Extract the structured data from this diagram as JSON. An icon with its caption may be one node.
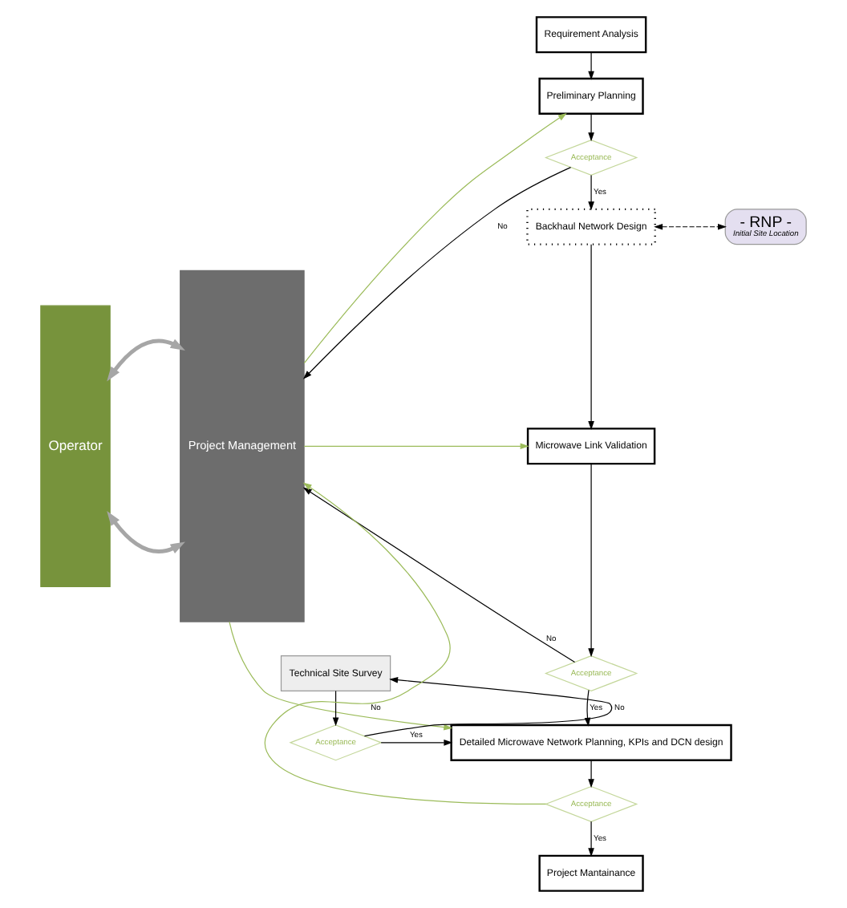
{
  "diagram": {
    "nodes": [
      {
        "text": [
          "Operator"
        ]
      },
      {
        "text": [
          "Project Management"
        ]
      },
      {
        "text": [
          "Requirement Analysis"
        ]
      },
      {
        "text": [
          "Preliminary Planning"
        ]
      },
      {
        "text": [
          "Acceptance"
        ]
      },
      {
        "text": [
          "Backhaul Network Design"
        ]
      },
      {
        "text": [
          "- RNP -",
          "Initial Site Location"
        ]
      },
      {
        "text": [
          "Microwave Link Validation"
        ]
      },
      {
        "text": [
          "Acceptance"
        ]
      },
      {
        "text": [
          "Technical Site Survey"
        ]
      },
      {
        "text": [
          "Detailed Microwave Network Planning, KPIs and DCN design"
        ]
      },
      {
        "text": [
          "Acceptance"
        ]
      },
      {
        "text": [
          "Acceptance"
        ]
      },
      {
        "text": [
          "Project Mantainance"
        ]
      }
    ],
    "edges": [
      {
        "from": 2,
        "to": 3,
        "arrow": "to"
      },
      {
        "from": 1,
        "to": 3,
        "arrow": "to",
        "color": "#9bbb59"
      },
      {
        "from": 3,
        "to": 4,
        "arrow": "to"
      },
      {
        "from": 4,
        "to": 1,
        "arrow": "to",
        "label": "No"
      },
      {
        "from": 0,
        "to": 1,
        "arrow": "both",
        "style": "thick",
        "color": "#a6a6a6"
      },
      {
        "from": 4,
        "to": 5,
        "arrow": "to",
        "label": "Yes"
      },
      {
        "from": 5,
        "to": 6,
        "arrow": "both",
        "style": "dashed"
      },
      {
        "from": 5,
        "to": 7,
        "arrow": "to"
      },
      {
        "from": 1,
        "to": 7,
        "arrow": "to",
        "color": "#9bbb59"
      },
      {
        "from": 7,
        "to": 8,
        "arrow": "to"
      },
      {
        "from": 8,
        "to": 1,
        "arrow": "to",
        "label": "No"
      },
      {
        "from": 8,
        "to": 10,
        "arrow": "to",
        "label": "Yes"
      },
      {
        "from": 0,
        "to": 1,
        "arrow": "both",
        "style": "thick",
        "color": "#a6a6a6"
      },
      {
        "from": 9,
        "to": 11,
        "arrow": "to"
      },
      {
        "from": 11,
        "to": 10,
        "arrow": "to",
        "label": "Yes"
      },
      {
        "from": 11,
        "to": 9,
        "arrow": "to",
        "label": "No"
      },
      {
        "from": 1,
        "to": 10,
        "arrow": "to",
        "color": "#9bbb59"
      },
      {
        "from": 10,
        "to": 12,
        "arrow": "to"
      },
      {
        "from": 12,
        "to": 1,
        "arrow": "to",
        "label": "No",
        "color": "#9bbb59"
      },
      {
        "from": 12,
        "to": 13,
        "arrow": "to",
        "label": "Yes"
      }
    ]
  }
}
